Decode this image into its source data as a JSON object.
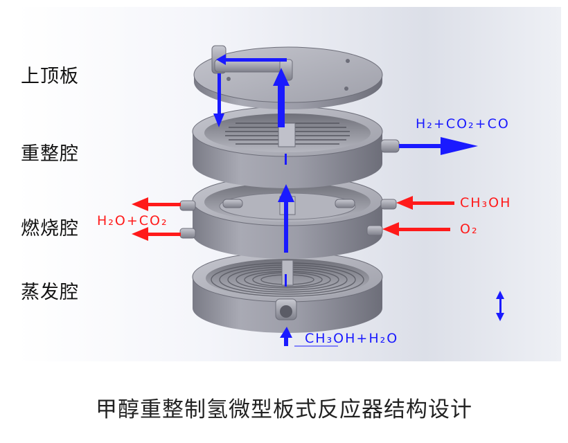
{
  "layers": {
    "top_plate": "上顶板",
    "reforming_chamber": "重整腔",
    "combustion_chamber": "燃烧腔",
    "evaporation_chamber": "蒸发腔"
  },
  "flows": {
    "reformer_outlet": "H₂+CO₂+CO",
    "exhaust_outlet": "H₂O+CO₂",
    "methanol_inlet": "CH₃OH",
    "oxygen_inlet": "O₂",
    "feed_inlet": "CH₃OH+H₂O"
  },
  "caption": "甲醇重整制氢微型板式反应器结构设计",
  "colors": {
    "product_flow": "#1a1aff",
    "combustion_flow": "#ff1a1a",
    "metal": "#9a9ba6",
    "text": "#111111"
  }
}
